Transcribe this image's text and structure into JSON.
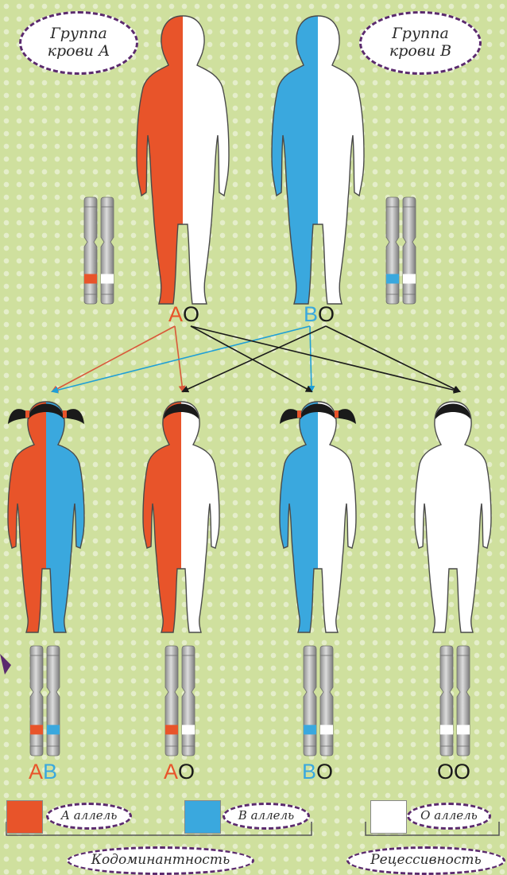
{
  "parents": [
    {
      "label": "Группа\nкрови А",
      "genotype": [
        "A",
        "O"
      ],
      "colors": [
        "#e8542a",
        "#ffffff"
      ],
      "figure": "woman"
    },
    {
      "label": "Группа\nкрови В",
      "genotype": [
        "B",
        "O"
      ],
      "colors": [
        "#3aa8de",
        "#ffffff"
      ],
      "figure": "man"
    }
  ],
  "children": [
    {
      "genotype": [
        "A",
        "B"
      ],
      "colors": [
        "#e8542a",
        "#3aa8de"
      ],
      "figure": "girl"
    },
    {
      "genotype": [
        "A",
        "O"
      ],
      "colors": [
        "#e8542a",
        "#ffffff"
      ],
      "figure": "boy"
    },
    {
      "genotype": [
        "B",
        "O"
      ],
      "colors": [
        "#3aa8de",
        "#ffffff"
      ],
      "figure": "girl"
    },
    {
      "genotype": [
        "O",
        "O"
      ],
      "colors": [
        "#ffffff",
        "#ffffff"
      ],
      "figure": "boy"
    }
  ],
  "letter_colors": {
    "A": "#e8542a",
    "B": "#3aa8de",
    "O": "#1a1a1a"
  },
  "legend": [
    {
      "label": "А аллель",
      "color": "#e8542a"
    },
    {
      "label": "В аллель",
      "color": "#3aa8de"
    },
    {
      "label": "О аллель",
      "color": "#ffffff"
    }
  ],
  "groups": [
    {
      "label": "Кодоминантность"
    },
    {
      "label": "Рецессивность"
    }
  ],
  "arrow_colors": {
    "A": "#d9583a",
    "B": "#1f9fd6",
    "O": "#1a1a1a"
  }
}
